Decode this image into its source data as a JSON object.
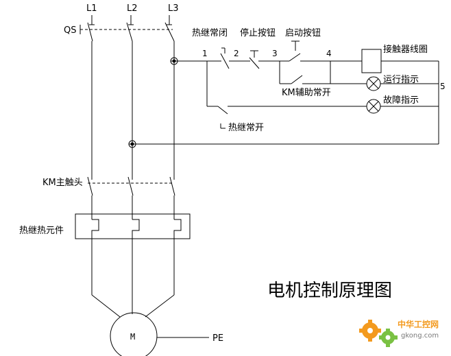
{
  "phases": [
    "L1",
    "L2",
    "L3"
  ],
  "labels": {
    "qs": "QS",
    "km_main": "KM主触头",
    "thermal_element": "热继热元件",
    "motor": "M",
    "pe": "PE",
    "thermal_nc": "热继常闭",
    "stop_button": "停止按钮",
    "start_button": "启动按钮",
    "km_aux_no": "KM辅助常开",
    "thermal_no": "热继常开",
    "contactor_coil": "接触器线圈",
    "run_indicator": "运行指示",
    "fault_indicator": "故障指示"
  },
  "nodes": [
    "1",
    "2",
    "3",
    "4",
    "5"
  ],
  "title": "电机控制原理图",
  "watermark": {
    "name": "中华工控网",
    "url": "gkong.com"
  },
  "colors": {
    "line": "#000000",
    "watermark_orange": "#f39a1e",
    "watermark_green": "#7ac143"
  }
}
